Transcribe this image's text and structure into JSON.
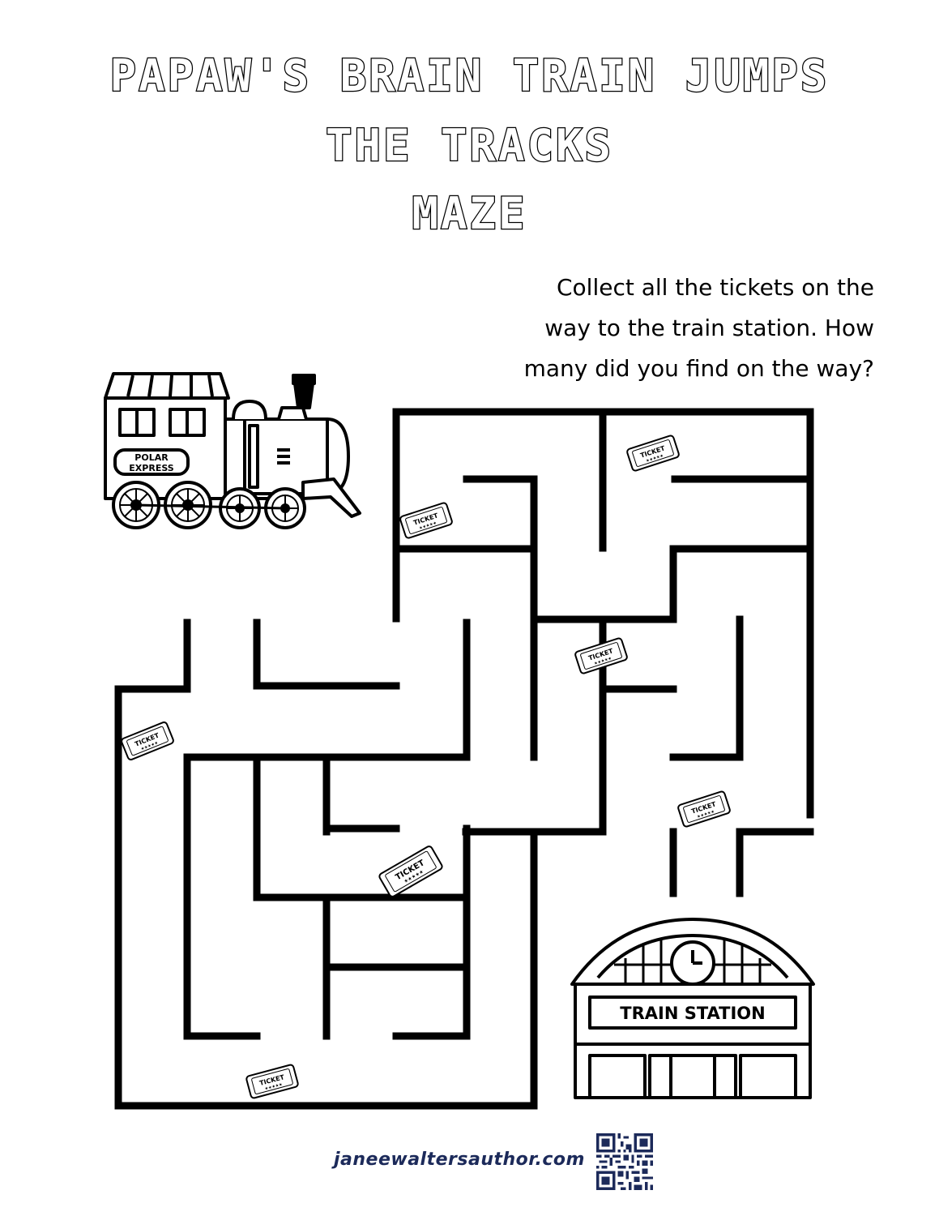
{
  "header": {
    "title_line1": "PAPAW'S BRAIN TRAIN JUMPS",
    "title_line2": "THE TRACKS",
    "title_line3": "MAZE"
  },
  "instructions": {
    "line1": "Collect all the tickets on the",
    "line2": "way to the train station. How",
    "line3": "many did you find on the way?"
  },
  "train": {
    "sign_line1": "POLAR",
    "sign_line2": "EXPRESS"
  },
  "station": {
    "sign": "TRAIN STATION"
  },
  "tickets": {
    "label": "TICKET",
    "stars": "★★★★★"
  },
  "footer": {
    "website": "janeewaltersauthor.com"
  },
  "icons": {
    "train": "locomotive-icon",
    "station": "train-station-icon",
    "ticket": "ticket-icon",
    "qr": "qr-code-icon"
  },
  "colors": {
    "ink": "#000000",
    "website": "#1c2a5a"
  }
}
